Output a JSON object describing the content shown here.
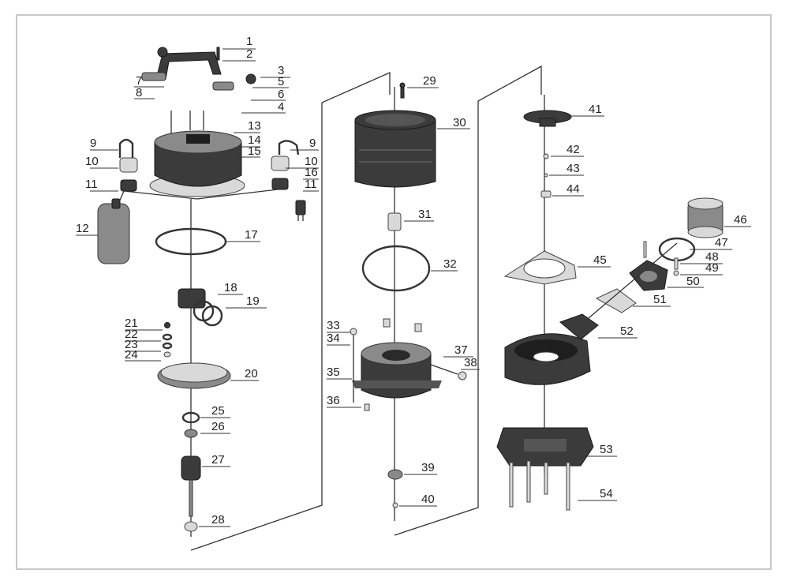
{
  "callouts": [
    "1",
    "2",
    "3",
    "4",
    "5",
    "6",
    "7",
    "8",
    "9",
    "10",
    "11",
    "12",
    "13",
    "14",
    "15",
    "16",
    "9",
    "10",
    "11",
    "17",
    "18",
    "19",
    "20",
    "21",
    "22",
    "23",
    "24",
    "25",
    "26",
    "27",
    "28",
    "29",
    "30",
    "31",
    "32",
    "33",
    "34",
    "35",
    "36",
    "37",
    "38",
    "39",
    "40",
    "41",
    "42",
    "43",
    "44",
    "45",
    "46",
    "47",
    "48",
    "49",
    "50",
    "51",
    "52",
    "53",
    "54"
  ]
}
